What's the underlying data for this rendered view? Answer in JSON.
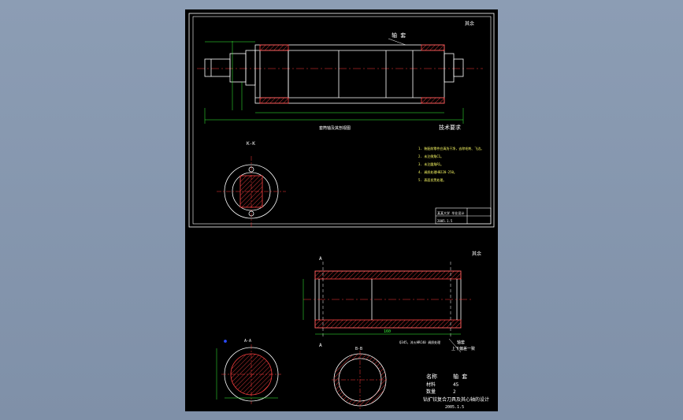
{
  "sheet1": {
    "corner_label": "其余",
    "label_top": "轴 套",
    "note_midline": "套筒轴及其剖视图",
    "tech_heading": "技术要求",
    "section_label": "K-K",
    "tech_notes": [
      "1. 装配前零件应清洗干净，去除毛刺、飞边。",
      "2. 未注倒角C1。",
      "3. 未注圆角R1。",
      "4. 调质处理HB220-250。",
      "5. 表面发黑处理。"
    ],
    "title_block": {
      "line1": "某某大学 毕业设计",
      "line2": "2005.1.5"
    }
  },
  "sheet2": {
    "corner_label": "其余",
    "sec_top_left": "A",
    "sec_bottom_left": "A",
    "section_aa": "A-A",
    "section_bb": "B-B",
    "dim_length": "160",
    "callout_right": "轴套",
    "callout_fit": "上下偏差一致",
    "callout_mat": "Q345，淬火HRC40\n调质处理",
    "material_rows": [
      {
        "k": "名称",
        "v": "轴 套"
      },
      {
        "k": "材料",
        "v": "45"
      },
      {
        "k": "数量",
        "v": "2"
      }
    ],
    "title_line": "钻扩铰复合刀具及其心轴的设计",
    "date": "2005.1.5"
  }
}
